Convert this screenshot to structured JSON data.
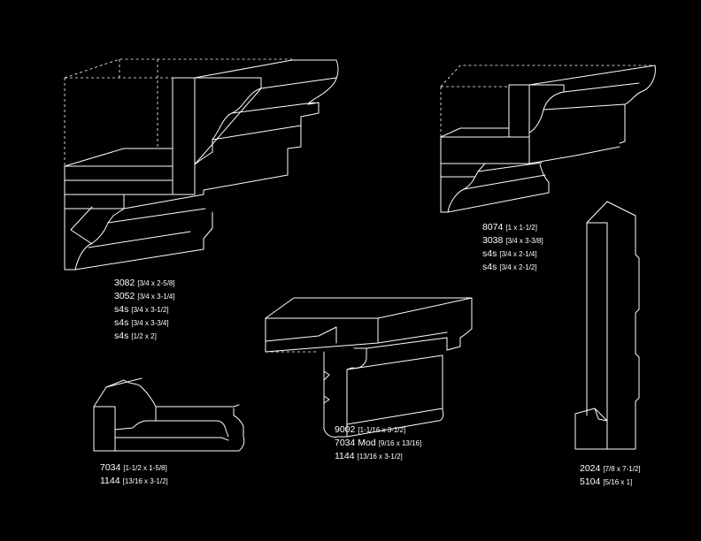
{
  "groups": [
    {
      "id": "group-1",
      "rows": [
        {
          "code": "3082",
          "dim": "[3/4 x 2-5/8]"
        },
        {
          "code": "3052",
          "dim": "[3/4 x 3-1/4]"
        },
        {
          "code": "s4s",
          "dim": "[3/4 x 3-1/2]"
        },
        {
          "code": "s4s",
          "dim": "[3/4 x 3-3/4]"
        },
        {
          "code": "s4s",
          "dim": "[1/2 x 2]"
        }
      ]
    },
    {
      "id": "group-2",
      "rows": [
        {
          "code": "8074",
          "dim": "[1 x 1-1/2]"
        },
        {
          "code": "3038",
          "dim": "[3/4 x 3-3/8]"
        },
        {
          "code": "s4s",
          "dim": "[3/4 x 2-1/4]"
        },
        {
          "code": "s4s",
          "dim": "[3/4 x 2-1/2]"
        }
      ]
    },
    {
      "id": "group-3",
      "rows": [
        {
          "code": "9002",
          "dim": "[1-1/16 x 3-1/2]"
        },
        {
          "code": "7034 Mod",
          "dim": "[9/16 x 13/16]"
        },
        {
          "code": "1144",
          "dim": "[13/16 x 3-1/2]"
        }
      ]
    },
    {
      "id": "group-4",
      "rows": [
        {
          "code": "7034",
          "dim": "[1-1/2 x 1-5/8]"
        },
        {
          "code": "1144",
          "dim": "[13/16 x 3-1/2]"
        }
      ]
    },
    {
      "id": "group-5",
      "rows": [
        {
          "code": "2024",
          "dim": "[7/8 x 7-1/2]"
        },
        {
          "code": "5104",
          "dim": "[5/16 x 1]"
        }
      ]
    }
  ],
  "colors": {
    "background": "#000000",
    "line": "#ffffff"
  }
}
